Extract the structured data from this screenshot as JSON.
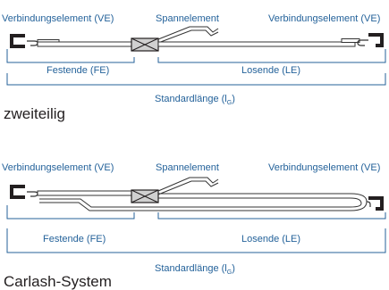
{
  "panels": [
    {
      "ve_left": "Verbindungselement (VE)",
      "spannelement": "Spannelement",
      "ve_right": "Verbindungselement (VE)",
      "festende": "Festende (FE)",
      "losende": "Losende (LE)",
      "standardlaenge": "Standardlänge (l",
      "standardlaenge_sub": "G",
      "standardlaenge_close": ")",
      "caption": "zweiteilig"
    },
    {
      "ve_left": "Verbindungselement (VE)",
      "spannelement": "Spannelement",
      "ve_right": "Verbindungselement (VE)",
      "festende": "Festende (FE)",
      "losende": "Losende (LE)",
      "standardlaenge": "Standardlänge (l",
      "standardlaenge_sub": "G",
      "standardlaenge_close": ")",
      "caption": "Carlash-System"
    }
  ],
  "colors": {
    "label_blue": "#24629a",
    "bracket_black": "#231f20",
    "box_gray": "#d0d0d0",
    "strap_line": "#333333"
  }
}
